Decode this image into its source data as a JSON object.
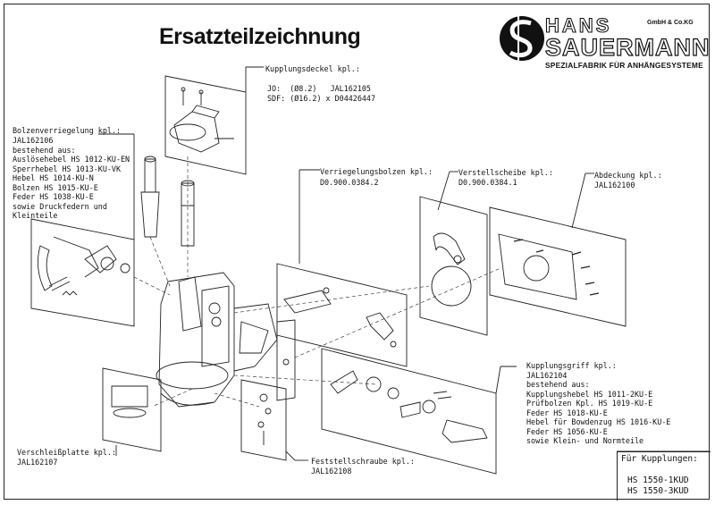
{
  "title": "Ersatzteilzeichnung",
  "logo": {
    "hans": "HANS",
    "sauermann": "SAUERMANN",
    "gmbh": "GmbH & Co.KG",
    "tagline": "SPEZIALFABRIK FÜR ANHÄNGESYSTEME"
  },
  "labels": {
    "kupplungsdeckel": {
      "head": "Kupplungsdeckel kpl.:",
      "jo": "JO:  (Ø8.2)   JAL162105",
      "sdf": "SDF: (Ø16.2) x D04426447"
    },
    "bolzenverriegelung": {
      "head": "Bolzenverriegelung kpl.:",
      "lines": [
        "JAL162106",
        "bestehend aus:",
        "Auslösehebel HS 1012-KU-EN",
        "Sperrhebel HS 1013-KU-VK",
        "Hebel HS 1014-KU-N",
        "Bolzen HS 1015-KU-E",
        "Feder HS 1038-KU-E",
        "sowie Druckfedern und",
        "Kleinteile"
      ]
    },
    "verriegelungsbolzen": {
      "head": "Verriegelungsbolzen kpl.:",
      "code": "D0.900.0384.2"
    },
    "verstellscheibe": {
      "head": "Verstellscheibe kpl.:",
      "code": "D0.900.0384.1"
    },
    "abdeckung": {
      "head": "Abdeckung kpl.:",
      "code": "JAL162100"
    },
    "kupplungsgriff": {
      "head": "Kupplungsgriff kpl.:",
      "lines": [
        "JAL162104",
        "bestehend aus:",
        "Kupplungshebel HS 1011-2KU-E",
        "Prüfbolzen Kpl. HS 1019-KU-E",
        "Feder HS 1018-KU-E",
        "Hebel für Bowdenzug HS 1016-KU-E",
        "Feder HS 1056-KU-E",
        "sowie Klein- und Normteile"
      ]
    },
    "verschleissplatte": {
      "head": "Verschleißplatte kpl.:",
      "code": "JAL162107"
    },
    "feststellschraube": {
      "head": "Feststellschraube kpl.:",
      "code": "JAL162108"
    }
  },
  "kupplungen": {
    "title": "Für Kupplungen:",
    "models": [
      "HS 1550-1KUD",
      "HS 1550-3KUD"
    ]
  }
}
